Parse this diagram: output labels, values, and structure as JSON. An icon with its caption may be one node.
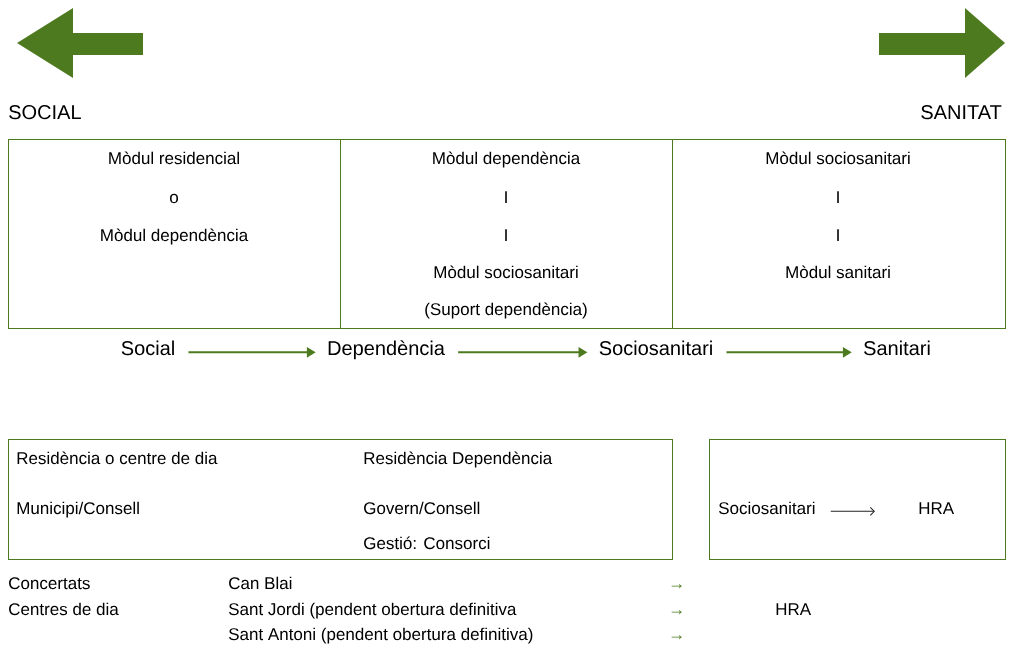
{
  "diagram": {
    "nodes": [
      {
        "text": [
          "Mòdul residencial",
          "o",
          "Mòdul dependència"
        ]
      },
      {
        "text": [
          "Mòdul dependència",
          "I",
          "I",
          "Mòdul sociosanitari",
          "(Suport dependència)"
        ]
      },
      {
        "text": [
          "Mòdul sociosanitari",
          "I",
          "I",
          "Mòdul sanitari"
        ]
      },
      {
        "text": [
          "Social"
        ]
      },
      {
        "text": [
          "Dependència"
        ]
      },
      {
        "text": [
          "Sociosanitari"
        ]
      },
      {
        "text": [
          "Sanitari"
        ]
      },
      {
        "text": [
          "Residència o centre de dia",
          "Residència Dependència",
          "Municipi/Consell",
          "Govern/Consell",
          "Gestió: Consorci"
        ]
      },
      {
        "text": [],
        "shape": "box"
      },
      {
        "text": [
          "Sociosanitari"
        ],
        "in": 8
      },
      {
        "text": [
          "HRA"
        ],
        "in": 8
      },
      {
        "text": [
          "Can Blai"
        ]
      },
      {
        "text": [
          "Sant Jordi (pendent obertura definitiva"
        ]
      },
      {
        "text": [
          "Sant Antoni (pendent obertura definitiva)"
        ]
      }
    ],
    "edges": [
      {
        "from": 3,
        "to": 4,
        "arrow": "to"
      },
      {
        "from": 4,
        "to": 5,
        "arrow": "to"
      },
      {
        "from": 5,
        "to": 6,
        "arrow": "to"
      },
      {
        "from": 9,
        "to": 10,
        "arrow": "to",
        "color": "#222222"
      }
    ],
    "labels": [
      "SOCIAL",
      "SANITAT",
      "Concertats",
      "→",
      "Centres de dia",
      "→",
      "HRA",
      "→"
    ]
  }
}
